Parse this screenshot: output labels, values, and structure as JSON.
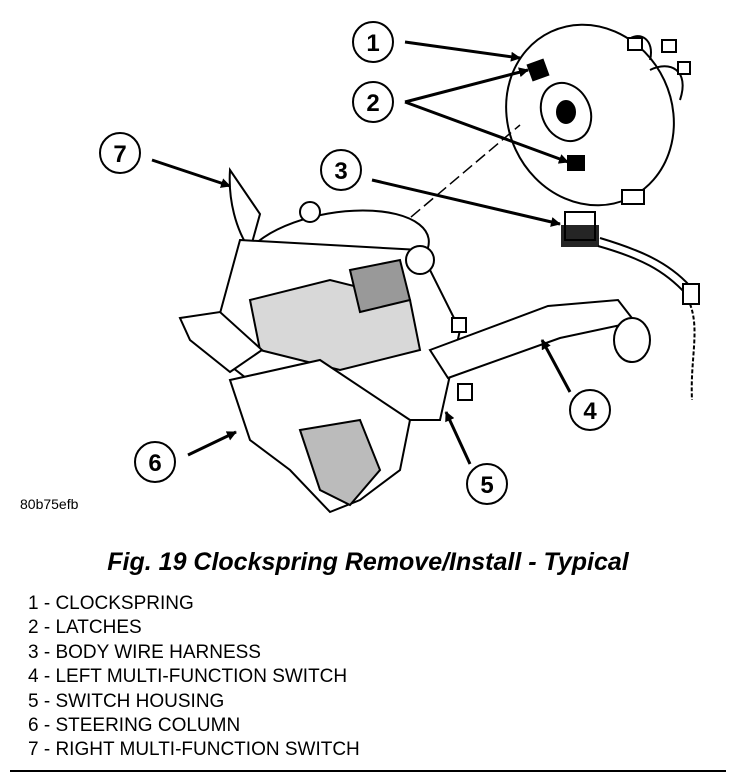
{
  "figure": {
    "reference_code": "80b75efb",
    "caption": "Fig. 19 Clockspring Remove/Install - Typical",
    "callouts": [
      "1",
      "2",
      "3",
      "4",
      "5",
      "6",
      "7"
    ]
  },
  "legend": [
    "1 - CLOCKSPRING",
    "2 - LATCHES",
    "3 - BODY WIRE HARNESS",
    "4 - LEFT MULTI-FUNCTION SWITCH",
    "5 - SWITCH HOUSING",
    "6 - STEERING COLUMN",
    "7 - RIGHT MULTI-FUNCTION SWITCH"
  ]
}
